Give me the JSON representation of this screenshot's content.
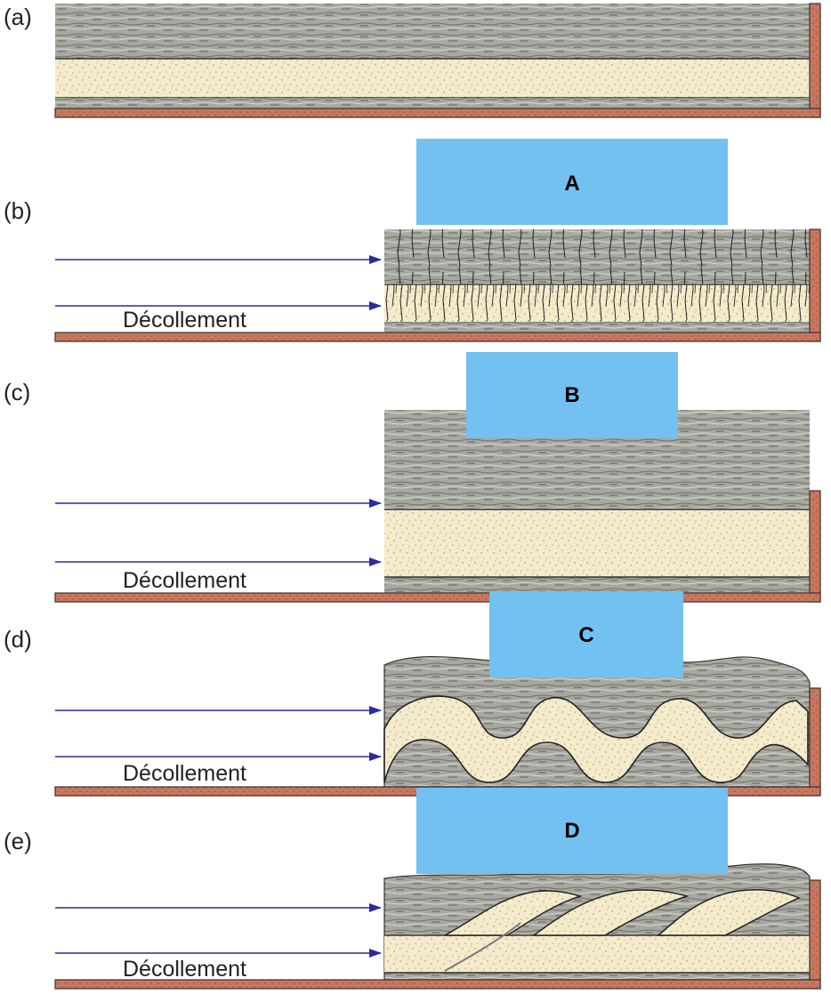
{
  "panels": {
    "a": {
      "label": "(a)"
    },
    "b": {
      "label": "(b)",
      "decollement": "Décollement",
      "box": "A"
    },
    "c": {
      "label": "(c)",
      "decollement": "Décollement",
      "box": "B"
    },
    "d": {
      "label": "(d)",
      "decollement": "Décollement",
      "box": "C"
    },
    "e": {
      "label": "(e)",
      "decollement": "Décollement",
      "box": "D"
    }
  },
  "colors": {
    "shale": "#a7a9a1",
    "sandstone": "#f5ebcb",
    "basement": "#c8775e",
    "arrow": "#2c2aa0",
    "label_box": "#72c1f0"
  }
}
